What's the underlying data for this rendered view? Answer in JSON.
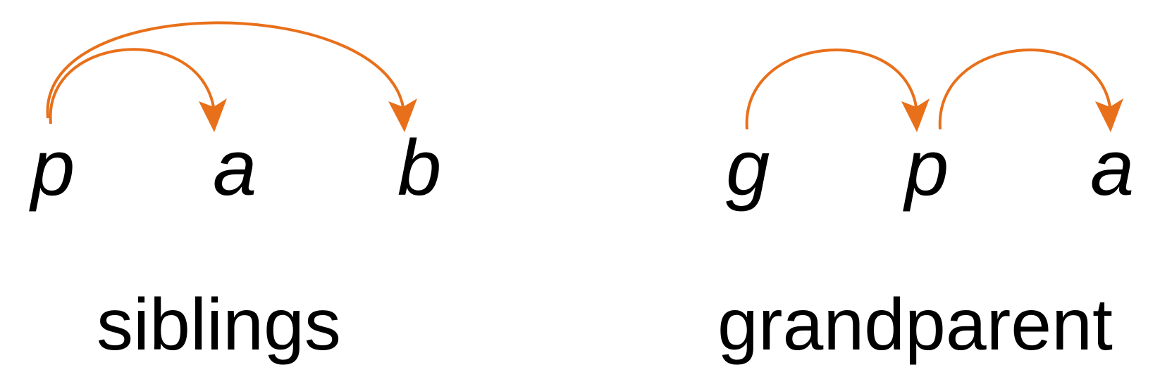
{
  "colors": {
    "edge": "#E8701A",
    "text": "#000000"
  },
  "diagrams": [
    {
      "caption": "siblings",
      "nodes": {
        "p": "p",
        "a": "a",
        "b": "b"
      },
      "edges": [
        {
          "from": "p",
          "to": "a"
        },
        {
          "from": "p",
          "to": "b"
        }
      ]
    },
    {
      "caption": "grandparent",
      "nodes": {
        "g": "g",
        "p": "p",
        "a": "a"
      },
      "edges": [
        {
          "from": "g",
          "to": "p"
        },
        {
          "from": "p",
          "to": "a"
        }
      ]
    }
  ]
}
